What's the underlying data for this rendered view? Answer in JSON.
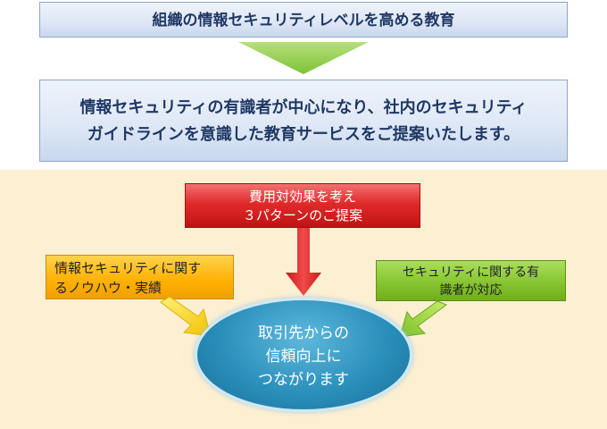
{
  "title": "組織の情報セキュリティレベルを高める教育",
  "description": [
    "情報セキュリティの有識者が中心になり、社内のセキュリティ",
    "ガイドラインを意識した教育サービスをご提案いたします。"
  ],
  "proposal": [
    "費用対効果を考え",
    "３パターンのご提案"
  ],
  "knowhow": [
    "情報セキュリティに関す",
    "るノウハウ・実績"
  ],
  "expert": [
    "セキュリティに関する有",
    "識者が対応"
  ],
  "result": [
    "取引先からの",
    "信頼向上に",
    "つながります"
  ],
  "colors": {
    "title_text": "#1f3864",
    "down_arrow": "#92d050",
    "red": "#e02a2a",
    "orange": "#ffb000",
    "green": "#84c22e",
    "ellipse": "#2a8fbb",
    "panel": "#fdf0d2"
  }
}
